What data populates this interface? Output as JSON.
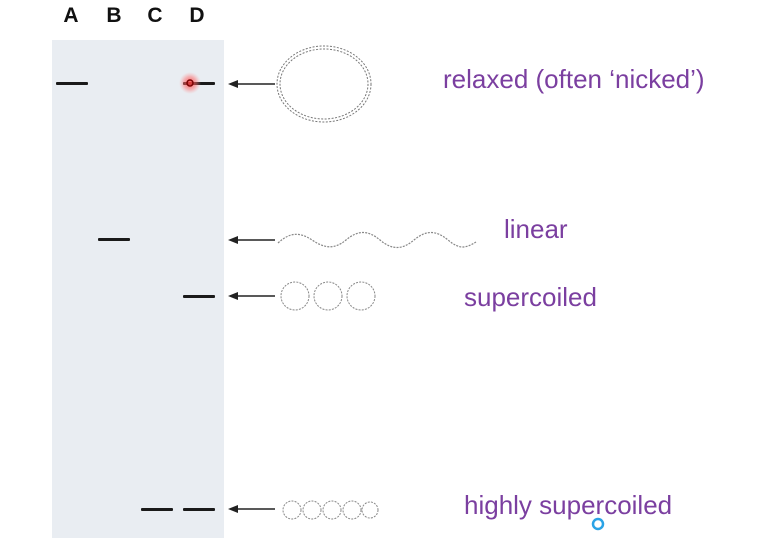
{
  "lanes": [
    "A",
    "B",
    "C",
    "D"
  ],
  "forms": {
    "relaxed": "relaxed (often ‘nicked’)",
    "linear": "linear",
    "supercoiled": "supercoiled",
    "highly_supercoiled": "highly supercoiled"
  },
  "colors": {
    "gel": "#e9edf2",
    "band": "#1a1a1a",
    "label": "#7b3fa0"
  }
}
